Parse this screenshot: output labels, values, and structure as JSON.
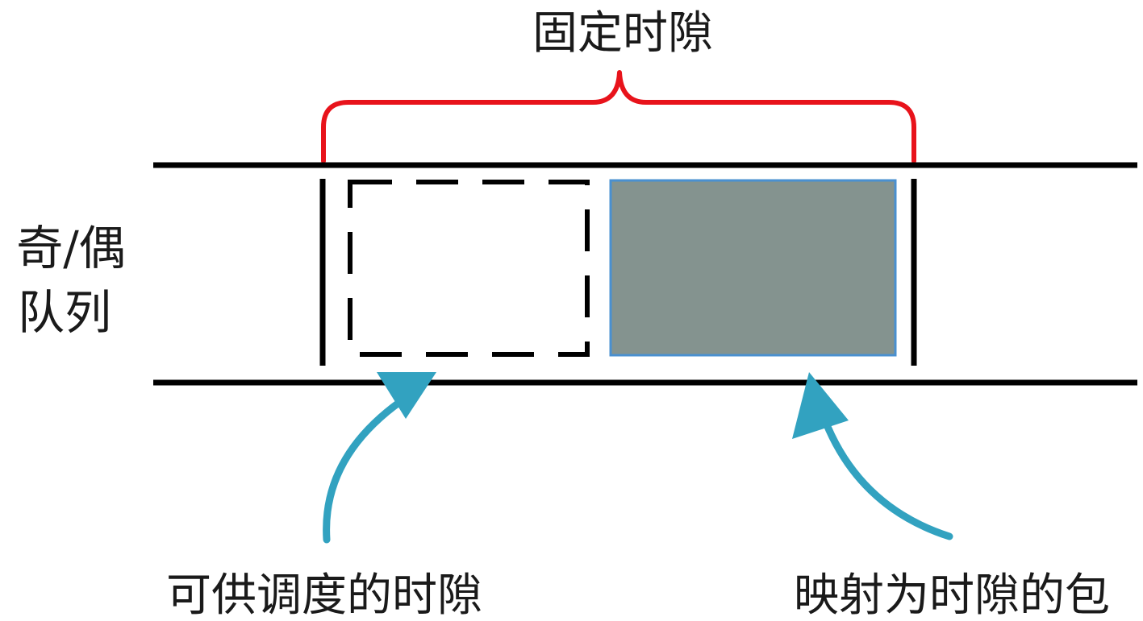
{
  "diagram": {
    "title": "固定时隙",
    "queue_label_line1": "奇/偶",
    "queue_label_line2": "队列",
    "available_slot_label": "可供调度的时隙",
    "mapped_packet_label": "映射为时隙的包"
  },
  "colors": {
    "line": "#000000",
    "brace": "#e8131b",
    "arrow": "#32a2c0",
    "packet_fill": "#84938f",
    "packet_border": "#4a90d0"
  }
}
